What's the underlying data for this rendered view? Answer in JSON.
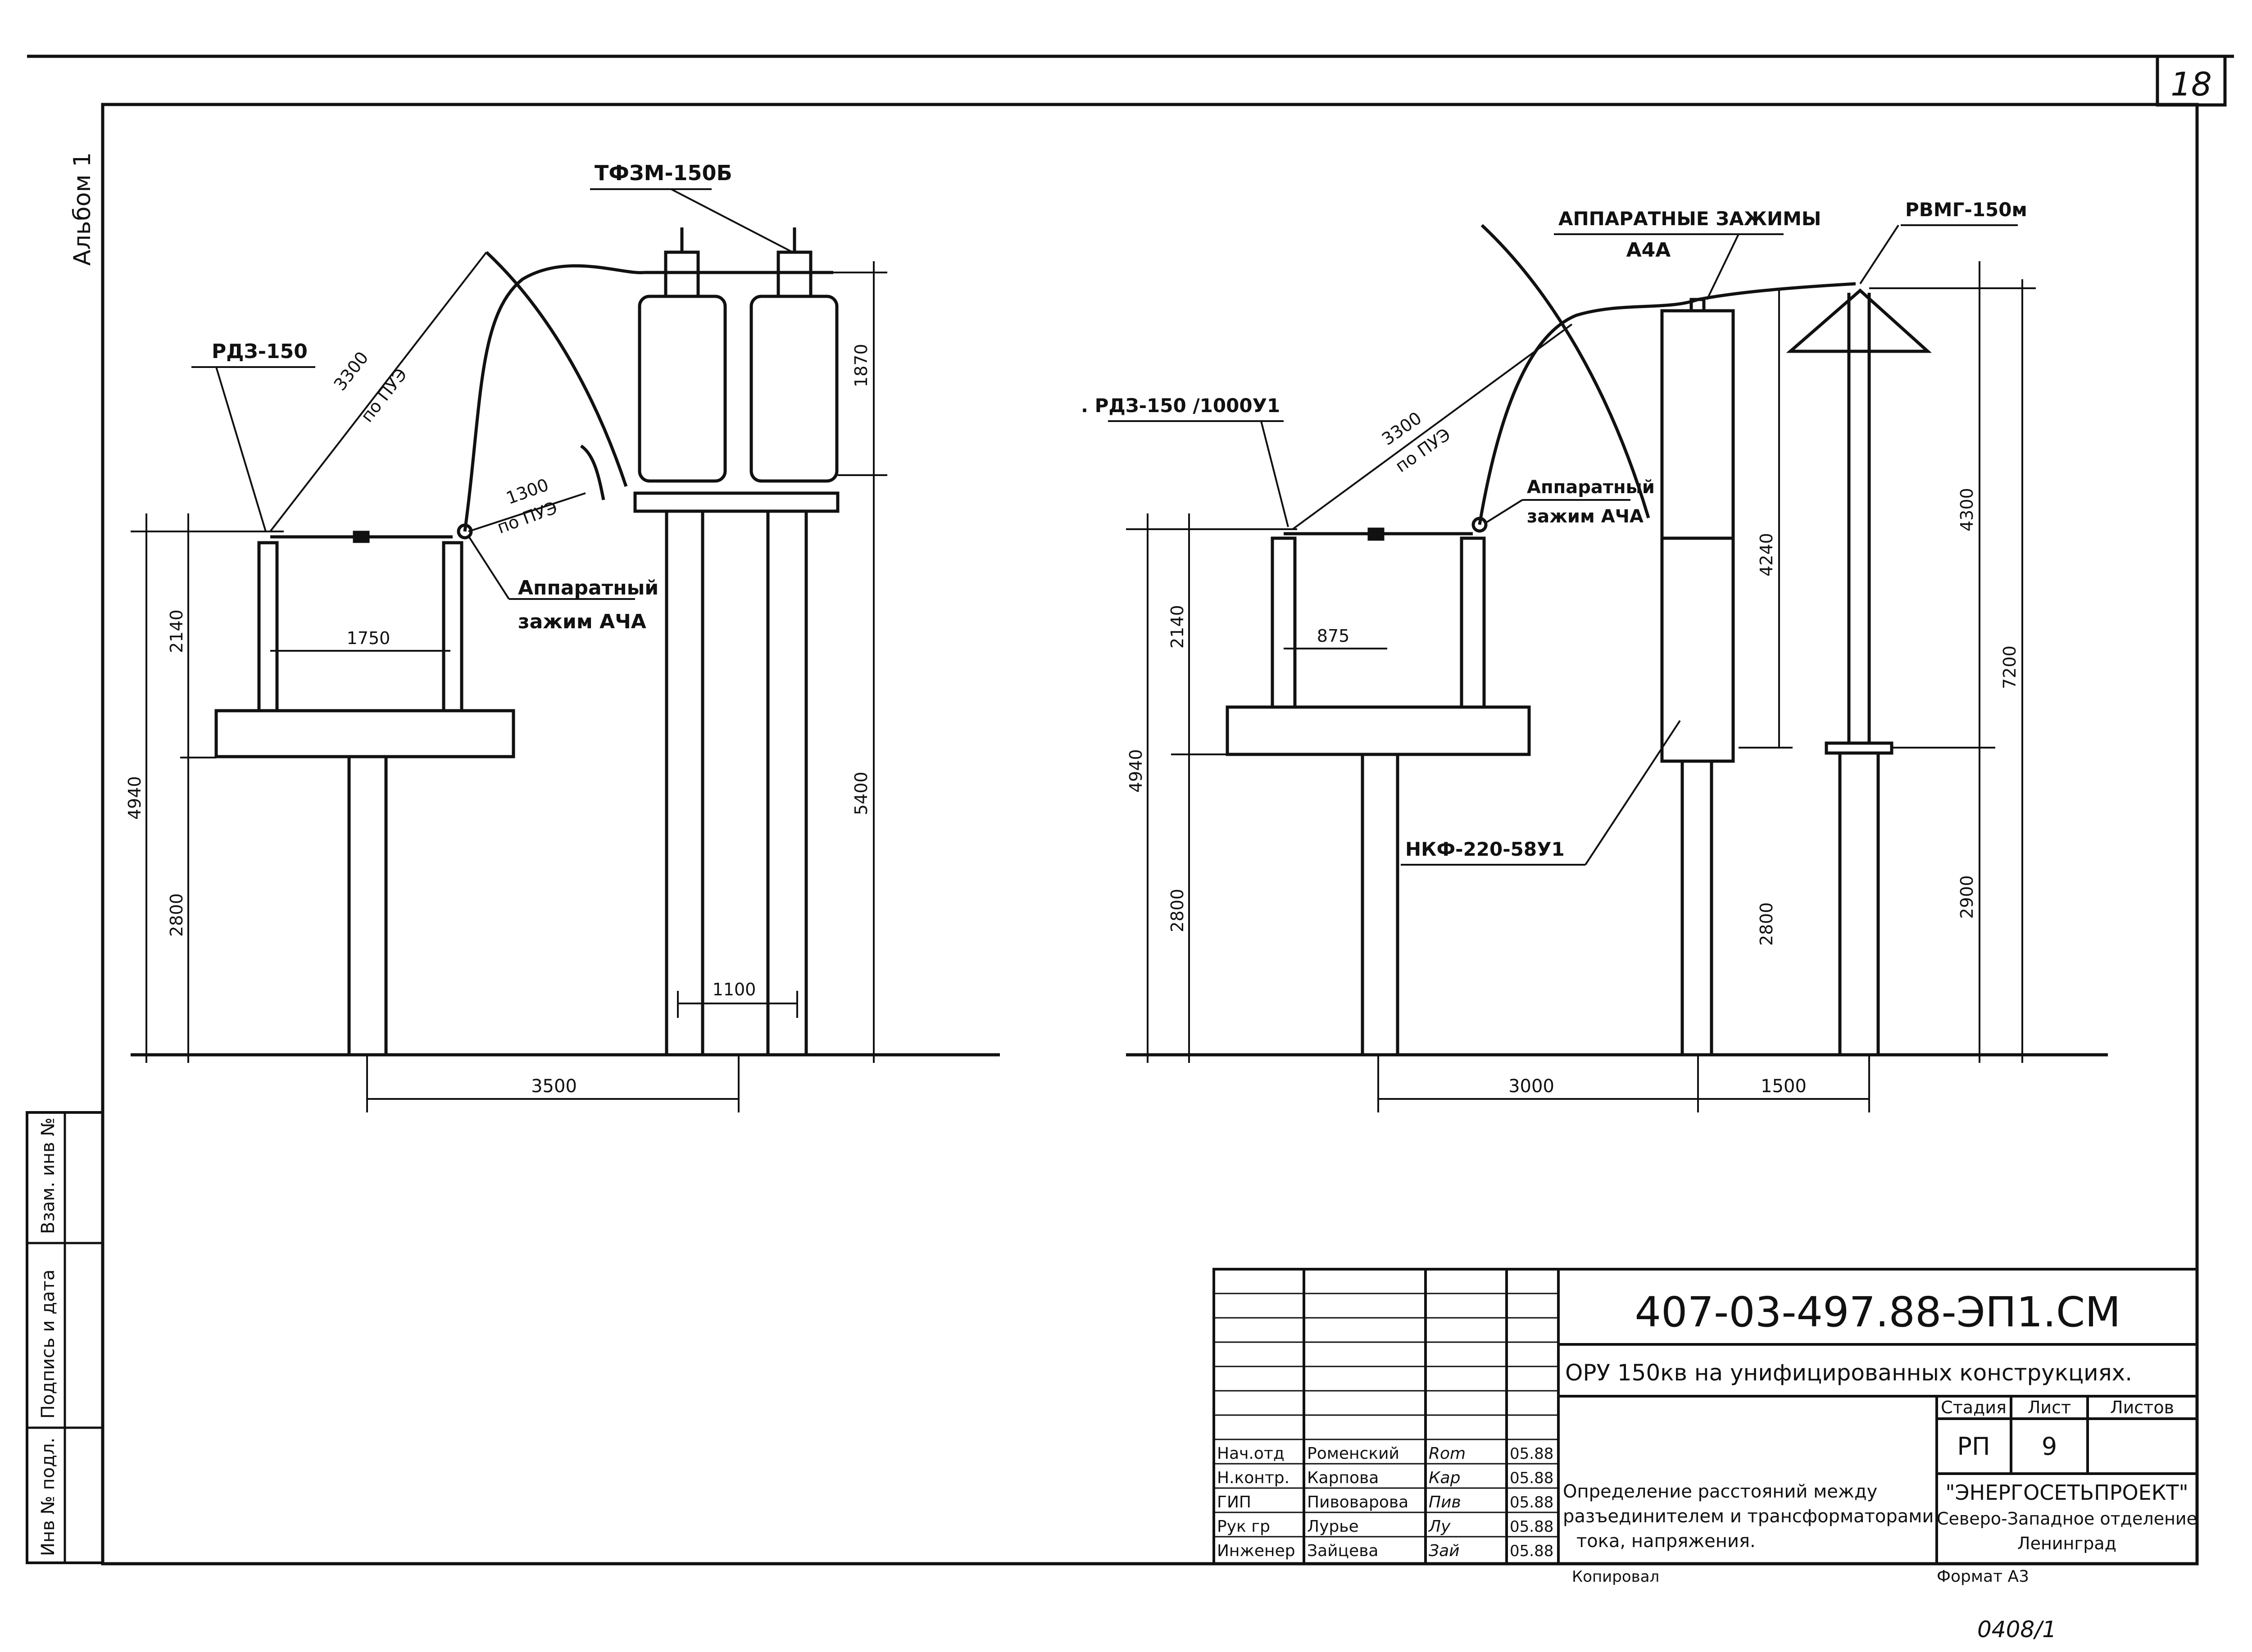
{
  "sheet": {
    "page_number": "18",
    "album_label": "Альбом 1",
    "margin_stamp": {
      "inv_podl": "Инв № подл.",
      "podpis_data": "Подпись и дата",
      "vzam_inv": "Взам. инв №"
    }
  },
  "left_view": {
    "callouts": {
      "rdz": "РДЗ-150",
      "tfzm": "ТФЗМ-150Б",
      "clamp": [
        "Аппаратный",
        "зажим АЧА"
      ]
    },
    "dims": {
      "d3300": "3300",
      "d3300_note": "по ПУЭ",
      "d1300": "1300",
      "d1300_note": "по ПУЭ",
      "d1750": "1750",
      "d2140": "2140",
      "d4940": "4940",
      "d2800": "2800",
      "d1870": "1870",
      "d5400": "5400",
      "d1100": "1100",
      "d3500": "3500"
    }
  },
  "right_view": {
    "callouts": {
      "rdz": ". РДЗ-150 /1000У1",
      "clamps_top": [
        "АППАРАТНЫЕ ЗАЖИМЫ",
        "А4А"
      ],
      "rvmg": "РВМГ-150м",
      "clamp_ac": [
        "Аппаратный",
        "зажим АЧА"
      ],
      "nkf": "НКФ-220-58У1"
    },
    "dims": {
      "d3300": "3300",
      "d3300_note": "по ПУЭ",
      "d875": "875",
      "d2140": "2140",
      "d4940": "4940",
      "d2800": "2800",
      "d4240": "4240",
      "d2800b": "2800",
      "d4300": "4300",
      "d7200": "7200",
      "d2900": "2900",
      "d3000": "3000",
      "d1500": "1500"
    }
  },
  "title_block": {
    "doc_code": "407-03-497.88-ЭП1.СМ",
    "project": "ОРУ 150кв на унифицированных конструкциях.",
    "headers": {
      "stage": "Стадия",
      "sheet": "Лист",
      "sheets": "Листов"
    },
    "stage": "РП",
    "sheet_no": "9",
    "sheets_total": "",
    "drawing_title": [
      "Определение расстояний между",
      "разъединителем и трансформаторами",
      "тока, напряжения."
    ],
    "org": [
      "\"ЭНЕРГОСЕТЬПРОЕКТ\"",
      "Северо-Западное отделение",
      "Ленинград"
    ],
    "signatures": [
      {
        "role": "Нач.отд",
        "name": "Роменский",
        "sign": "Rom",
        "date": "05.88"
      },
      {
        "role": "Н.контр.",
        "name": "Карпова",
        "sign": "Кар",
        "date": "05.88"
      },
      {
        "role": "ГИП",
        "name": "Пивоварова",
        "sign": "Пив",
        "date": "05.88"
      },
      {
        "role": "Рук гр",
        "name": "Лурье",
        "sign": "Лу",
        "date": "05.88"
      },
      {
        "role": "Инженер",
        "name": "Зайцева",
        "sign": "Зай",
        "date": "05.88"
      }
    ],
    "copied": "Копировал",
    "format": "Формат А3",
    "bottom_number": "0408/1"
  }
}
